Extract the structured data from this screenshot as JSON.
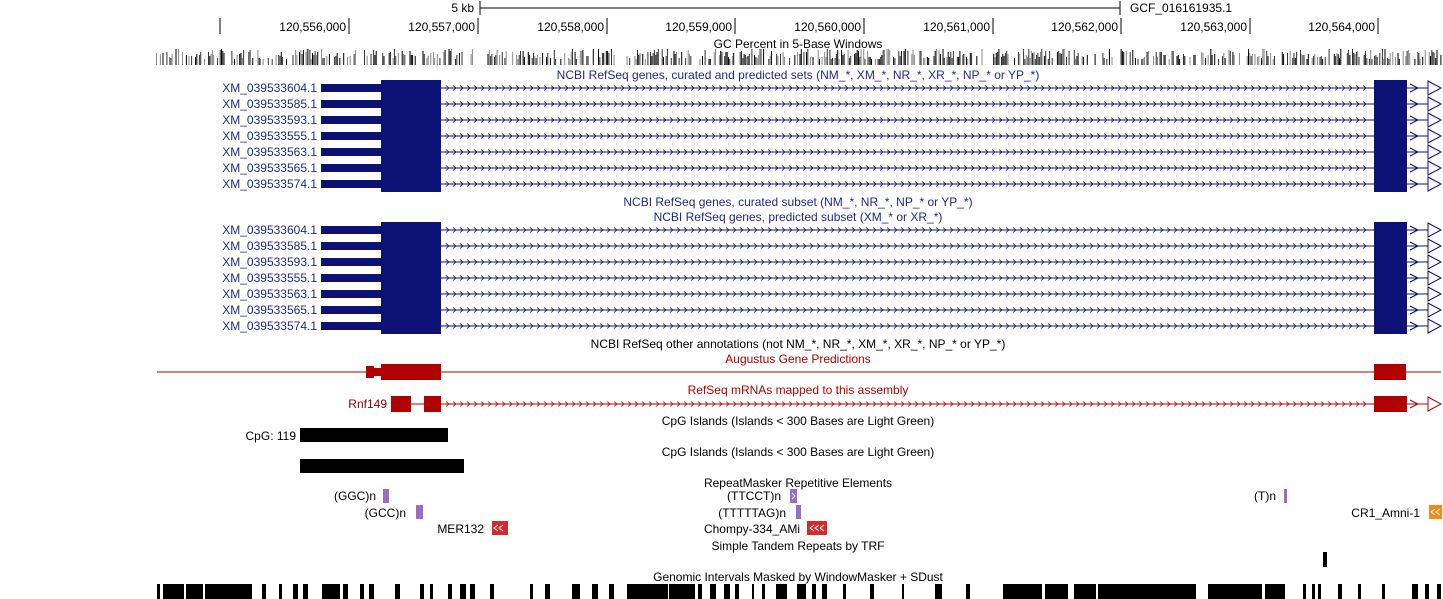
{
  "ruler": {
    "scale_label": "5 kb",
    "assembly": "GCF_016161935.1",
    "ticks": [
      "120,556,000",
      "120,557,000",
      "120,558,000",
      "120,559,000",
      "120,560,000",
      "120,561,000",
      "120,562,000",
      "120,563,000",
      "120,564,000"
    ]
  },
  "tracks": {
    "gc_percent": "GC Percent in 5-Base Windows",
    "refseq_all": "NCBI RefSeq genes, curated and predicted sets (NM_*, XM_*, NR_*, XR_*, NP_* or YP_*)",
    "refseq_curated": "NCBI RefSeq genes, curated subset (NM_*, NR_*, NP_* or YP_*)",
    "refseq_predicted": "NCBI RefSeq genes, predicted subset (XM_* or XR_*)",
    "refseq_other": "NCBI RefSeq other annotations (not NM_*, NR_*, XM_*, XR_*, NP_* or YP_*)",
    "augustus": "Augustus Gene Predictions",
    "refseq_mrna": "RefSeq mRNAs mapped to this assembly",
    "cpg_1": "CpG Islands (Islands < 300 Bases are Light Green)",
    "cpg_2": "CpG Islands (Islands < 300 Bases are Light Green)",
    "repeatmasker": "RepeatMasker Repetitive Elements",
    "trf": "Simple Tandem Repeats by TRF",
    "windowmasker": "Genomic Intervals Masked by WindowMasker + SDust"
  },
  "transcripts_all": [
    "XM_039533604.1",
    "XM_039533585.1",
    "XM_039533593.1",
    "XM_039533555.1",
    "XM_039533563.1",
    "XM_039533565.1",
    "XM_039533574.1"
  ],
  "transcripts_predicted": [
    "XM_039533604.1",
    "XM_039533585.1",
    "XM_039533593.1",
    "XM_039533555.1",
    "XM_039533563.1",
    "XM_039533565.1",
    "XM_039533574.1"
  ],
  "mrna_gene": "Rnf149",
  "cpg_label": "CpG: 119",
  "repeats": {
    "ggc": "(GGC)n",
    "gcc": "(GCC)n",
    "mer132": "MER132",
    "ttcct": "(TTCCT)n",
    "tttttag": "(TTTTTAG)n",
    "chompy": "Chompy-334_AMi",
    "t": "(T)n",
    "cr1": "CR1_Amni-1"
  },
  "colors": {
    "refseq": "#0c1175",
    "refseq_label": "#1f2a86",
    "augustus": "#b00000",
    "mrna": "#b00000",
    "cpg": "#000000",
    "simple_repeat": "#9b6bc8",
    "dna_repeat": "#d62a2a",
    "line_repeat": "#f08a1c",
    "windowmasker": "#000000"
  }
}
